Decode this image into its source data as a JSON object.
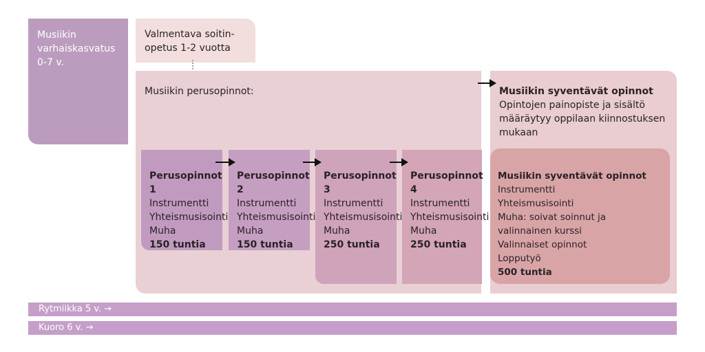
{
  "early": {
    "lines": [
      "Musiikin",
      "varhaiskasvatus",
      "0-7 v."
    ]
  },
  "prep": {
    "lines": [
      "Valmentava soitin-",
      "opetus 1-2 vuotta"
    ]
  },
  "basic": {
    "title": "Musiikin perusopinnot:"
  },
  "advanced": {
    "title": "Musiikin syventävät opinnot",
    "desc": [
      "Opintojen painopiste ja sisältö",
      "määräytyy oppilaan kiinnostuksen",
      "mukaan"
    ]
  },
  "levels": [
    {
      "title": "Perusopinnot 1",
      "items": [
        "Instrumentti",
        "Yhteismusisointi",
        "Muha"
      ],
      "hours": "150 tuntia"
    },
    {
      "title": "Perusopinnot 2",
      "items": [
        "Instrumentti",
        "Yhteismusisointi",
        "Muha"
      ],
      "hours": "150 tuntia"
    },
    {
      "title": "Perusopinnot 3",
      "items": [
        "Instrumentti",
        "Yhteismusisointi",
        "Muha"
      ],
      "hours": "250 tuntia"
    },
    {
      "title": "Perusopinnot 4",
      "items": [
        "Instrumentti",
        "Yhteismusisointi",
        "Muha"
      ],
      "hours": "250 tuntia"
    }
  ],
  "advanced_detail": {
    "title": "Musiikin syventävät opinnot",
    "items": [
      "Instrumentti",
      "Yhteismusisointi",
      "Muha: soivat soinnut ja",
      "valinnainen kurssi",
      "Valinnaiset opinnot",
      "Lopputyö"
    ],
    "hours": "500 tuntia"
  },
  "bands": [
    "Rytmiikka 5 v. →",
    "Kuoro 6 v. →"
  ]
}
